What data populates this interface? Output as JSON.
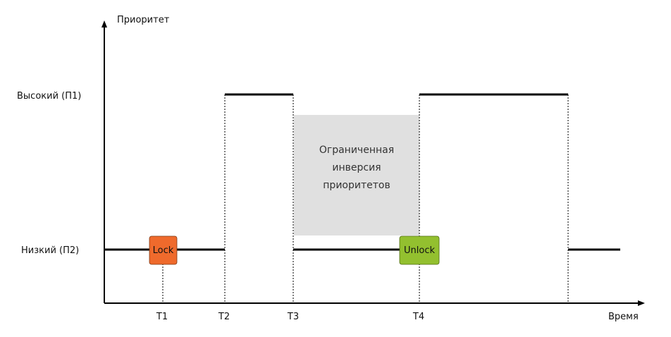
{
  "y_axis_label": "Приоритет",
  "x_axis_label": "Время",
  "levels": {
    "high": "Высокий (П1)",
    "low": "Низкий (П2)"
  },
  "ticks": {
    "t1": "T1",
    "t2": "T2",
    "t3": "T3",
    "t4": "T4"
  },
  "events": {
    "lock": {
      "label": "Lock",
      "color": "#ef6a2c"
    },
    "unlock": {
      "label": "Unlock",
      "color": "#93c02f"
    }
  },
  "region": {
    "lines": [
      "Ограниченная",
      "инверсия",
      "приоритетов"
    ],
    "color": "#e0e0e0"
  },
  "colors": {
    "line": "#000000"
  }
}
